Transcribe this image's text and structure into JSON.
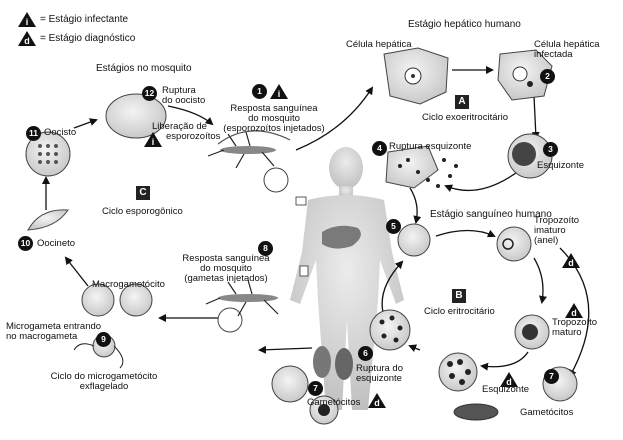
{
  "legend": {
    "infective": "= Estágio infectante",
    "diagnostic": "= Estágio diagnóstico",
    "infective_symbol": "i",
    "diagnostic_symbol": "d"
  },
  "headings": {
    "mosquito_stages": "Estágios no mosquito",
    "human_liver": "Estágio hepático humano",
    "human_blood": "Estágio sanguíneo humano"
  },
  "cycles": [
    {
      "letter": "A",
      "name": "Ciclo exoeritrocitário"
    },
    {
      "letter": "B",
      "name": "Ciclo eritrocitário"
    },
    {
      "letter": "C",
      "name": "Ciclo esporogônico"
    }
  ],
  "steps": [
    {
      "n": "1",
      "lines": [
        "Resposta sanguínea",
        "do mosquito",
        "(esporozoítos injetados)"
      ]
    },
    {
      "n": "2",
      "lines": [
        "Célula hepática",
        "infectada"
      ]
    },
    {
      "n": "3",
      "lines": [
        "Esquizonte"
      ]
    },
    {
      "n": "4",
      "lines": [
        "Ruptura esquizonte"
      ]
    },
    {
      "n": "5",
      "lines": [
        ""
      ]
    },
    {
      "n": "6",
      "lines": [
        "Ruptura do",
        "esquizonte"
      ]
    },
    {
      "n": "7",
      "lines": [
        "Gametócitos"
      ]
    },
    {
      "n": "7",
      "lines": [
        "Gametócitos"
      ]
    },
    {
      "n": "8",
      "lines": [
        "Resposta sanguínea",
        "do mosquito",
        "(gametas injetados)"
      ]
    },
    {
      "n": "9",
      "lines": [
        "Microgameta entrando",
        "no macrogameta"
      ]
    },
    {
      "n": "10",
      "lines": [
        "Oocineto"
      ]
    },
    {
      "n": "11",
      "lines": [
        "Oocisto"
      ]
    },
    {
      "n": "12",
      "lines": [
        "Ruptura",
        "do oocisto"
      ]
    }
  ],
  "labels": {
    "liver_cell": "Célula hepática",
    "sporozoite_release": [
      "Liberação de",
      "esporozoítos"
    ],
    "immature_trophozoite": [
      "Tropozoíto",
      "imaturo",
      "(anel)"
    ],
    "mature_trophozoite": [
      "Tropozoíto",
      "maturo"
    ],
    "schizont_blood": "Esquizonte",
    "macrogametocyte": "Macrogametócito",
    "microgametocyte": [
      "Ciclo do microgametócito",
      "exflagelado"
    ]
  },
  "colors": {
    "ink": "#111111",
    "cell_fill": "#e6e6e6",
    "human_figure": "#d4d4d4"
  }
}
